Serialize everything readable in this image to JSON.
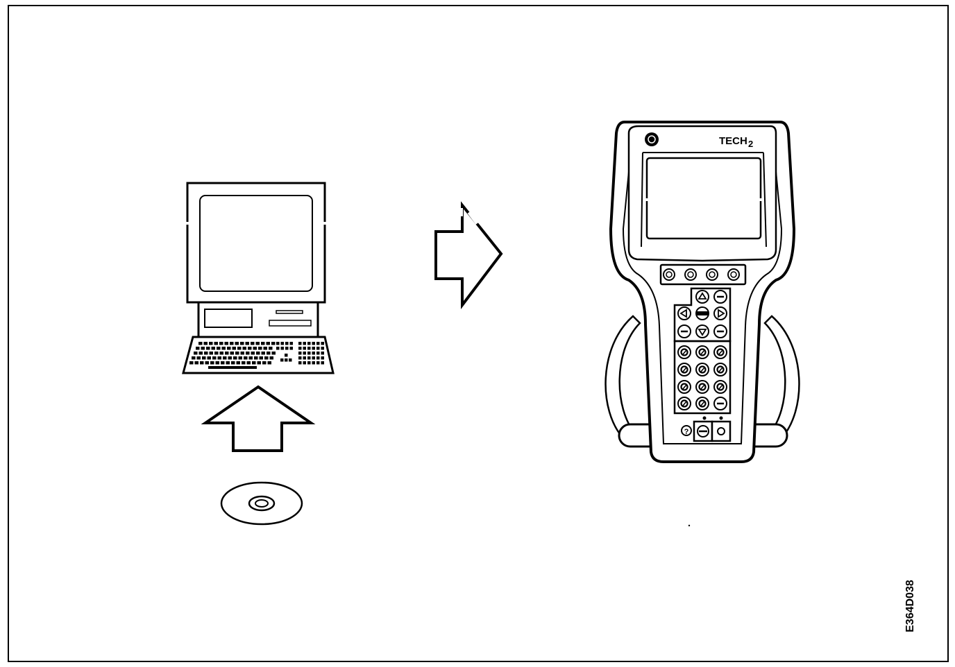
{
  "device": {
    "brand_label": "TECH",
    "brand_number": "2"
  },
  "figure": {
    "code": "E364D038"
  },
  "colors": {
    "ink": "#000000",
    "paper": "#ffffff"
  }
}
